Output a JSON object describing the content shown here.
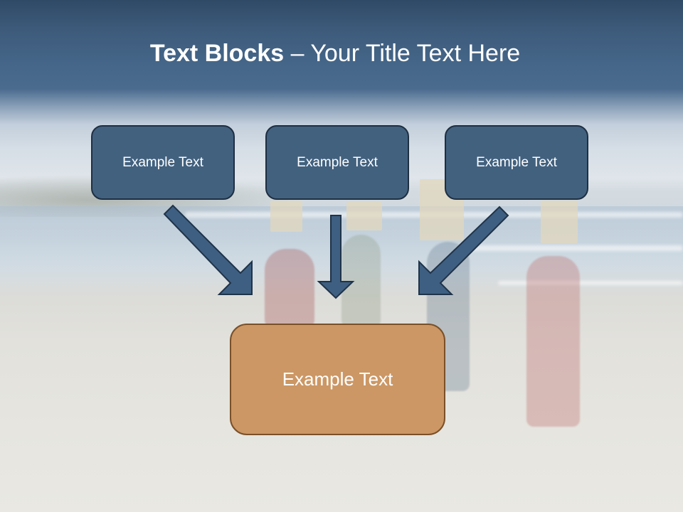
{
  "slide": {
    "title_bold": "Text Blocks",
    "title_dash": " – ",
    "title_rest": "Your Title Text Here"
  },
  "blocks": {
    "top": [
      {
        "label": "Example Text"
      },
      {
        "label": "Example Text"
      },
      {
        "label": "Example Text"
      }
    ],
    "bottom": {
      "label": "Example Text"
    }
  },
  "arrows": [
    {
      "from": "block-1",
      "to": "bottom-block",
      "direction": "down-right"
    },
    {
      "from": "block-2",
      "to": "bottom-block",
      "direction": "down"
    },
    {
      "from": "block-3",
      "to": "bottom-block",
      "direction": "down-left"
    }
  ],
  "colors": {
    "header_blue": "#3d5a7a",
    "top_box_fill": "#42617f",
    "top_box_border": "#1e2f42",
    "bottom_box_fill": "#cc9764",
    "bottom_box_border": "#7a5028",
    "arrow_fill": "#3e5f81",
    "text": "#ffffff"
  }
}
